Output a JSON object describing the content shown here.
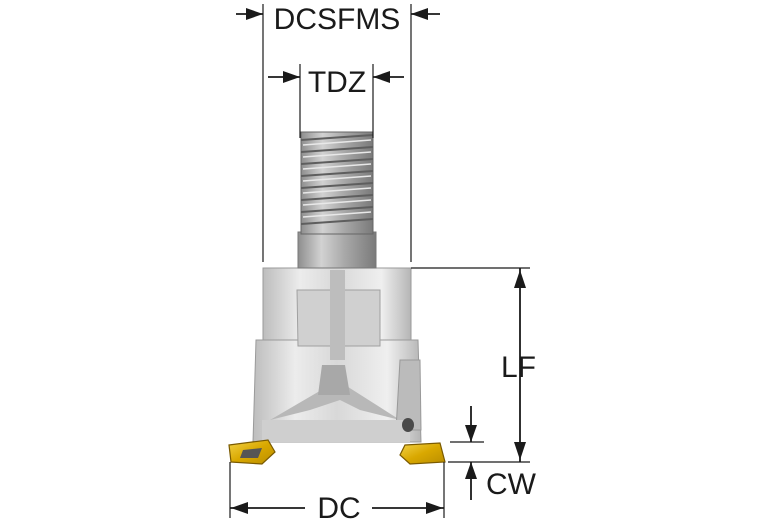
{
  "diagram": {
    "labels": {
      "dcsfms": "DCSFMS",
      "tdz": "TDZ",
      "lf": "LF",
      "cw": "CW",
      "dc": "DC"
    },
    "colors": {
      "line": "#1a1a1a",
      "body_light": "#e6e6e6",
      "body_mid": "#c9c9c9",
      "body_dark": "#9a9a9a",
      "insert_gold": "#e2b400"
    }
  }
}
